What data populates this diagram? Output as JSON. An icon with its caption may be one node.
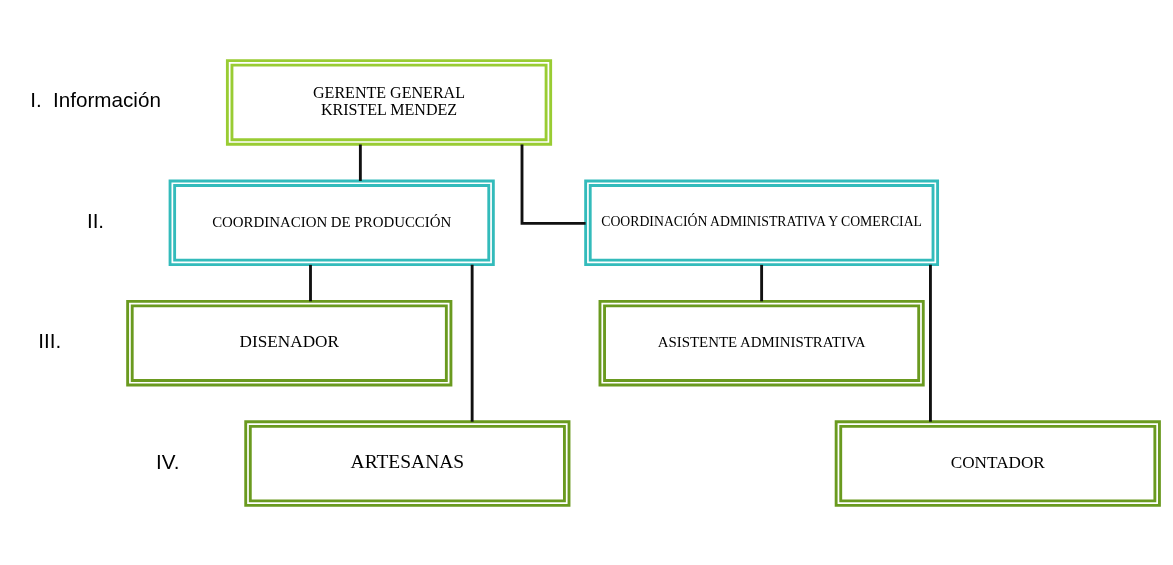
{
  "diagram": {
    "nodes": [
      {
        "text": [
          "GERENTE GENERAL",
          "KRISTEL MENDEZ"
        ]
      },
      {
        "text": [
          "COORDINACION DE PRODUCCIÓN"
        ]
      },
      {
        "text": [
          "COORDINACIÓN ADMINISTRATIVA Y COMERCIAL"
        ]
      },
      {
        "text": [
          "DISENADOR"
        ]
      },
      {
        "text": [
          "ASISTENTE ADMINISTRATIVA"
        ]
      },
      {
        "text": [
          "ARTESANAS"
        ]
      },
      {
        "text": [
          "CONTADOR"
        ]
      }
    ],
    "edges": [
      {
        "from": 0,
        "to": 1,
        "arrow": "none"
      },
      {
        "from": 0,
        "to": 2,
        "arrow": "none"
      },
      {
        "from": 1,
        "to": 3,
        "arrow": "none"
      },
      {
        "from": 2,
        "to": 4,
        "arrow": "none"
      },
      {
        "from": 1,
        "to": 5,
        "arrow": "none"
      },
      {
        "from": 2,
        "to": 6,
        "arrow": "none"
      }
    ],
    "labels": [
      "I.  Información",
      "II.",
      "III.",
      "IV."
    ]
  }
}
